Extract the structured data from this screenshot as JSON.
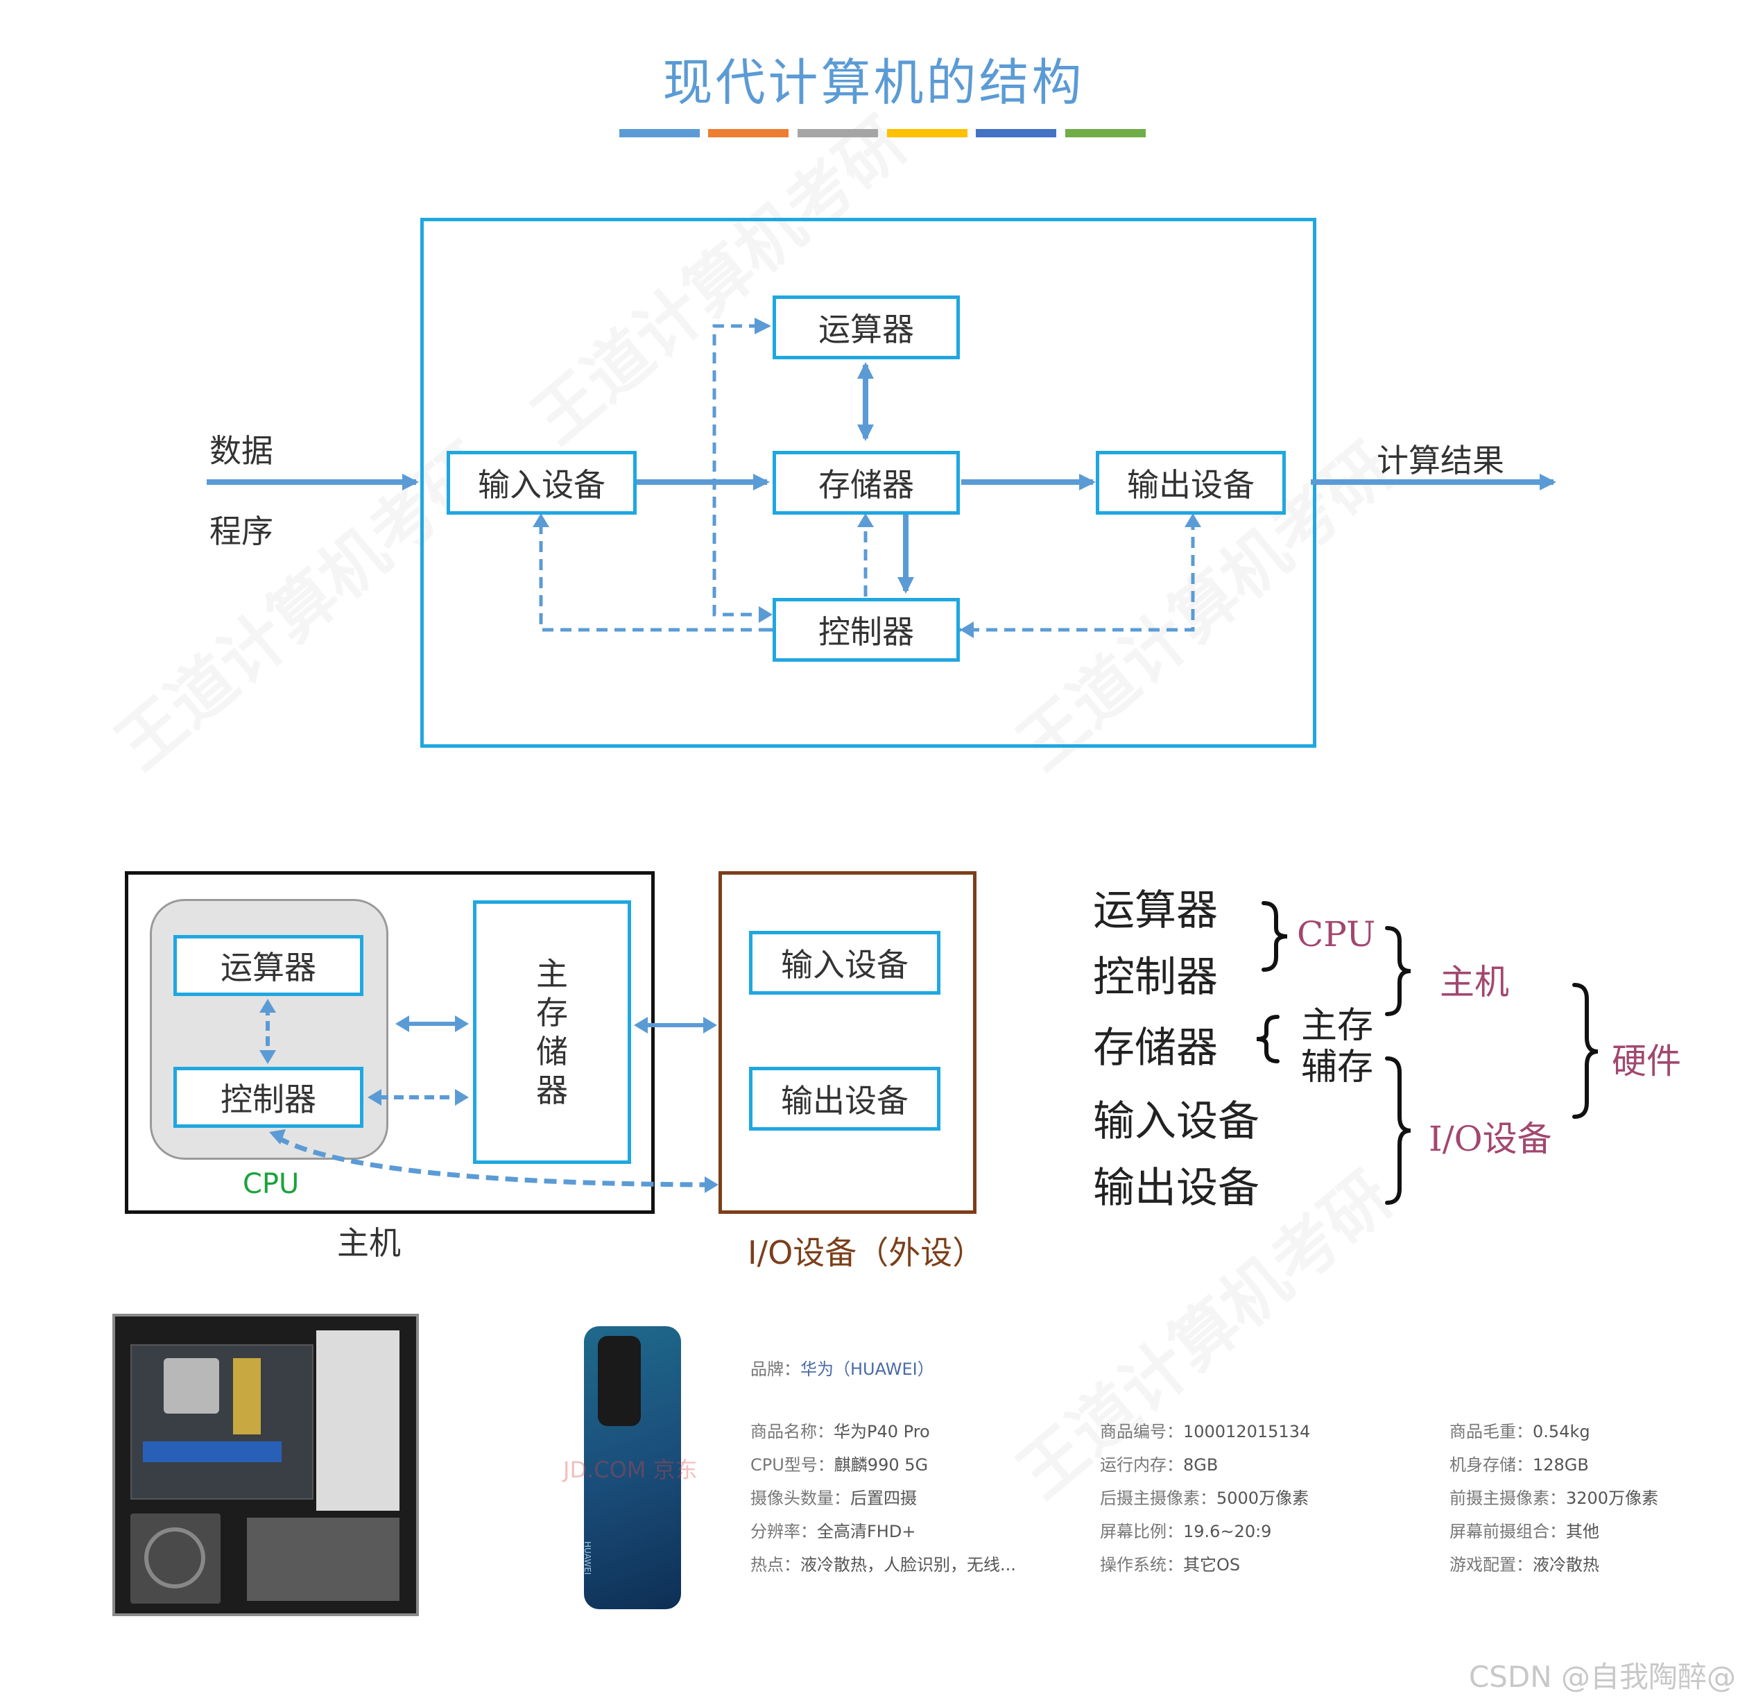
{
  "title": "现代计算机的结构",
  "colors": {
    "accent_blue": "#5b9bd5",
    "box_border": "#1fa7e0",
    "arrow": "#5b9bd5",
    "io_border": "#7b3f1a",
    "cpu_label": "#1aa33a",
    "bracket_label": "#a2476f",
    "title_bars": [
      "#5b9bd5",
      "#ed7d31",
      "#a5a5a5",
      "#ffc000",
      "#4472c4",
      "#70ad47"
    ]
  },
  "diagram1": {
    "input_labels": [
      "数据",
      "程序"
    ],
    "output_label": "计算结果",
    "alu": "运算器",
    "memory": "存储器",
    "input_device": "输入设备",
    "output_device": "输出设备",
    "controller": "控制器"
  },
  "diagram2": {
    "alu": "运算器",
    "controller": "控制器",
    "cpu_label": "CPU",
    "main_memory": [
      "主",
      "存",
      "储",
      "器"
    ],
    "host_label": "主机",
    "input_device": "输入设备",
    "output_device": "输出设备",
    "io_label": "I/O设备（外设）"
  },
  "hierarchy": {
    "items": [
      "运算器",
      "控制器",
      "存储器",
      "输入设备",
      "输出设备"
    ],
    "cpu": "CPU",
    "main_store": "主存",
    "aux_store": "辅存",
    "host": "主机",
    "io": "I/O设备",
    "hardware": "硬件"
  },
  "product": {
    "watermark": "JD.COM 京东",
    "phone_text": "HUAWEI",
    "brand_key": "品牌：",
    "brand_val": "华为（HUAWEI）",
    "col1": [
      {
        "k": "商品名称：",
        "v": "华为P40 Pro"
      },
      {
        "k": "CPU型号：",
        "v": "麒麟990 5G"
      },
      {
        "k": "摄像头数量：",
        "v": "后置四摄"
      },
      {
        "k": "分辨率：",
        "v": "全高清FHD+"
      },
      {
        "k": "热点：",
        "v": "液冷散热，人脸识别，无线..."
      }
    ],
    "col2": [
      {
        "k": "商品编号：",
        "v": "100012015134"
      },
      {
        "k": "运行内存：",
        "v": "8GB"
      },
      {
        "k": "后摄主摄像素：",
        "v": "5000万像素"
      },
      {
        "k": "屏幕比例：",
        "v": "19.6~20:9"
      },
      {
        "k": "操作系统：",
        "v": "其它OS"
      }
    ],
    "col3": [
      {
        "k": "商品毛重：",
        "v": "0.54kg"
      },
      {
        "k": "机身存储：",
        "v": "128GB"
      },
      {
        "k": "前摄主摄像素：",
        "v": "3200万像素"
      },
      {
        "k": "屏幕前摄组合：",
        "v": "其他"
      },
      {
        "k": "游戏配置：",
        "v": "液冷散热"
      }
    ]
  },
  "footer": "CSDN @自我陶醉@",
  "watermark": "王道计算机考研"
}
